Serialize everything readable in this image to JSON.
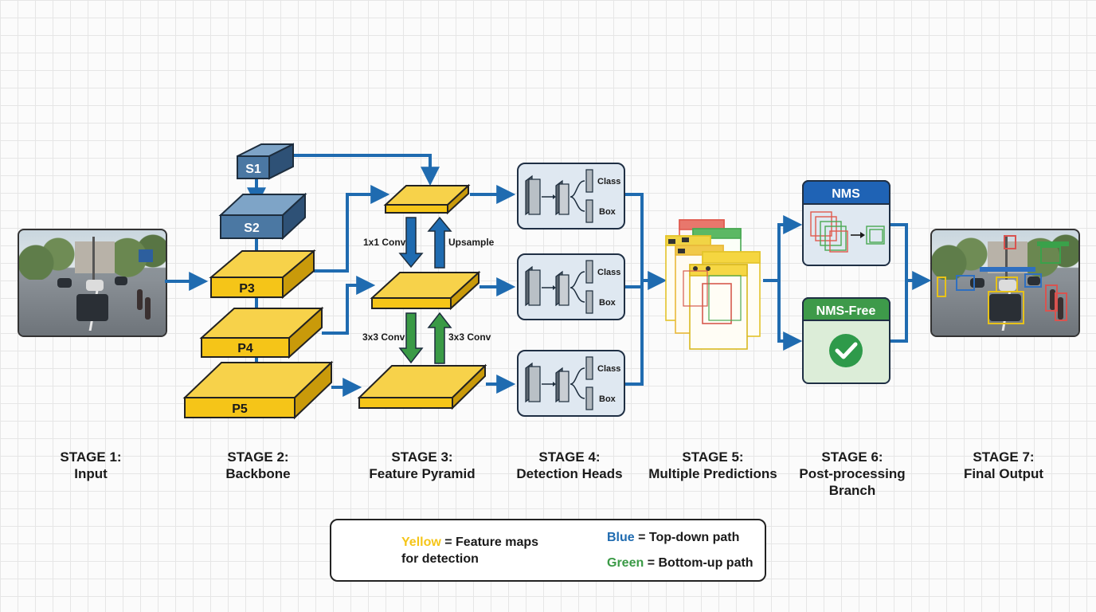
{
  "stages": [
    {
      "title": "STAGE 1:",
      "name": "Input"
    },
    {
      "title": "STAGE 2:",
      "name": "Backbone"
    },
    {
      "title": "STAGE 3:",
      "name": "Feature Pyramid"
    },
    {
      "title": "STAGE 4:",
      "name": "Detection Heads"
    },
    {
      "title": "STAGE 5:",
      "name": "Multiple Predictions"
    },
    {
      "title": "STAGE 6:",
      "name": "Post-processing",
      "name2": "Branch"
    },
    {
      "title": "STAGE 7:",
      "name": "Final Output"
    }
  ],
  "backbone": {
    "s1": "S1",
    "s2": "S2",
    "p3": "P3",
    "p4": "P4",
    "p5": "P5"
  },
  "pyramid": {
    "conv1": "1x1 Conv",
    "upsample": "Upsample",
    "conv3_left": "3x3 Conv",
    "conv3_right": "3x3 Conv"
  },
  "heads": {
    "class_label": "Class",
    "box_label": "Box"
  },
  "postprocess": {
    "nms": "NMS",
    "nms_free": "NMS-Free"
  },
  "legend": {
    "yellow_word": "Yellow",
    "yellow_desc1": " = Feature maps",
    "yellow_desc2": "for detection",
    "blue_word": "Blue",
    "blue_desc": " = Top-down path",
    "green_word": "Green",
    "green_desc": " = Bottom-up path"
  },
  "colors": {
    "yellow": "#f5c518",
    "blue": "#1f6bb0",
    "green": "#3a9a46",
    "slate": "#4b78a3",
    "head_bg": "#dfe8f1",
    "nms_header": "#1f63b5",
    "nms_free_header": "#3e9a4a",
    "nms_free_bg": "#dcedd8",
    "check": "#2e9a4a"
  }
}
